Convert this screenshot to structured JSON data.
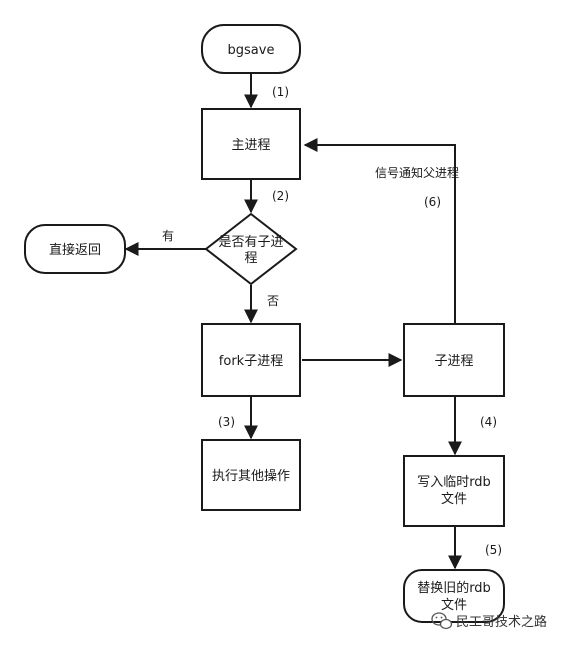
{
  "nodes": {
    "bgsave": "bgsave",
    "main_process": "主进程",
    "has_child_line1": "是否有子进",
    "has_child_line2": "程",
    "return_direct": "直接返回",
    "fork_child": "fork子进程",
    "child_process": "子进程",
    "other_ops": "执行其他操作",
    "write_temp_line1": "写入临时rdb",
    "write_temp_line2": "文件",
    "replace_old_line1": "替换旧的rdb",
    "replace_old_line2": "文件"
  },
  "edges": {
    "step1": "(1)",
    "step2": "(2)",
    "step3": "(3)",
    "step4": "(4)",
    "step5": "(5)",
    "step6": "(6)",
    "yes": "有",
    "no": "否",
    "signal_parent": "信号通知父进程"
  },
  "watermark": {
    "text": "民工哥技术之路",
    "icon": "wechat-icon"
  }
}
